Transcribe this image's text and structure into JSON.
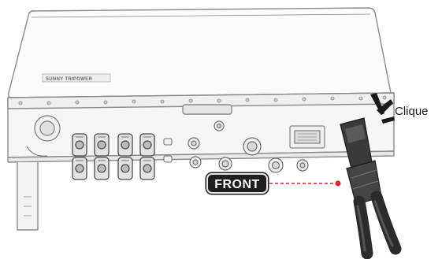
{
  "labels": {
    "front": "FRONT",
    "click": "Clique",
    "brand": "SUNNY TRIPOWER"
  },
  "colors": {
    "line": "#8a8a8a",
    "pointer": "#e0262b",
    "cable": "#2b2b2b",
    "connector": "#3a3a3a"
  },
  "icons": [
    "click-burst-icon",
    "pointer-dot-icon"
  ]
}
